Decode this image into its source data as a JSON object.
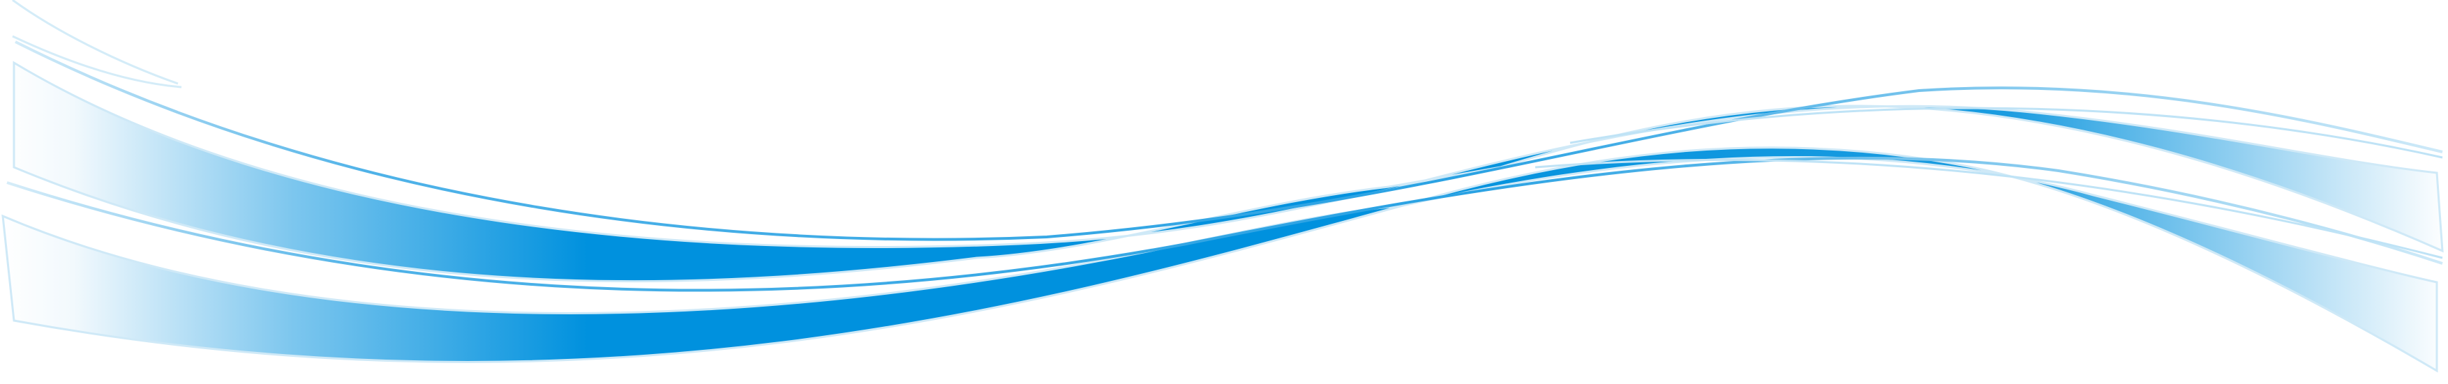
{
  "artwork": {
    "kind": "decorative-wave-banner",
    "background_color": "#ffffff",
    "accent_color": "#0091de",
    "fade_color": "#ffffff",
    "outline_color": "#bfe3f6",
    "band_count": 2,
    "line_count": 4
  }
}
